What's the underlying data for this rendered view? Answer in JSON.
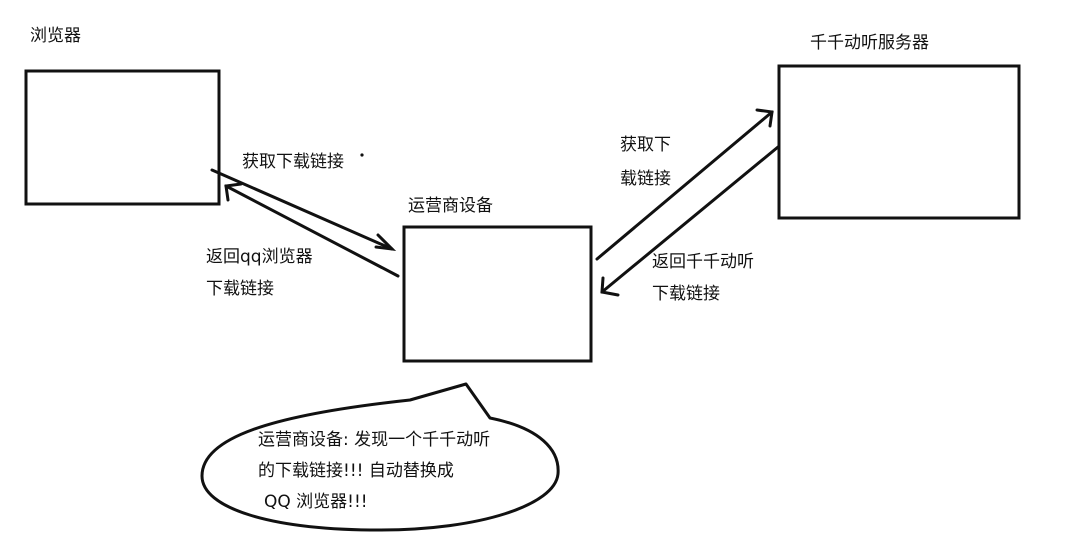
{
  "nodes": {
    "browser": {
      "label": "浏览器"
    },
    "carrier": {
      "label": "运营商设备"
    },
    "server": {
      "label": "千千动听服务器"
    }
  },
  "edges": {
    "browser_to_carrier": {
      "lines": [
        "获取下载链接"
      ]
    },
    "carrier_to_browser": {
      "lines": [
        "返回qq浏览器",
        "下载链接"
      ]
    },
    "carrier_to_server": {
      "lines": [
        "获取下",
        "载链接"
      ]
    },
    "server_to_carrier": {
      "lines": [
        "返回千千动听",
        "下载链接"
      ]
    }
  },
  "callout": {
    "lines": [
      "运营商设备: 发现一个千千动听",
      "的下载链接!!! 自动替换成",
      "QQ 浏览器!!!"
    ]
  },
  "colors": {
    "ink": "#111111",
    "background": "#ffffff"
  }
}
